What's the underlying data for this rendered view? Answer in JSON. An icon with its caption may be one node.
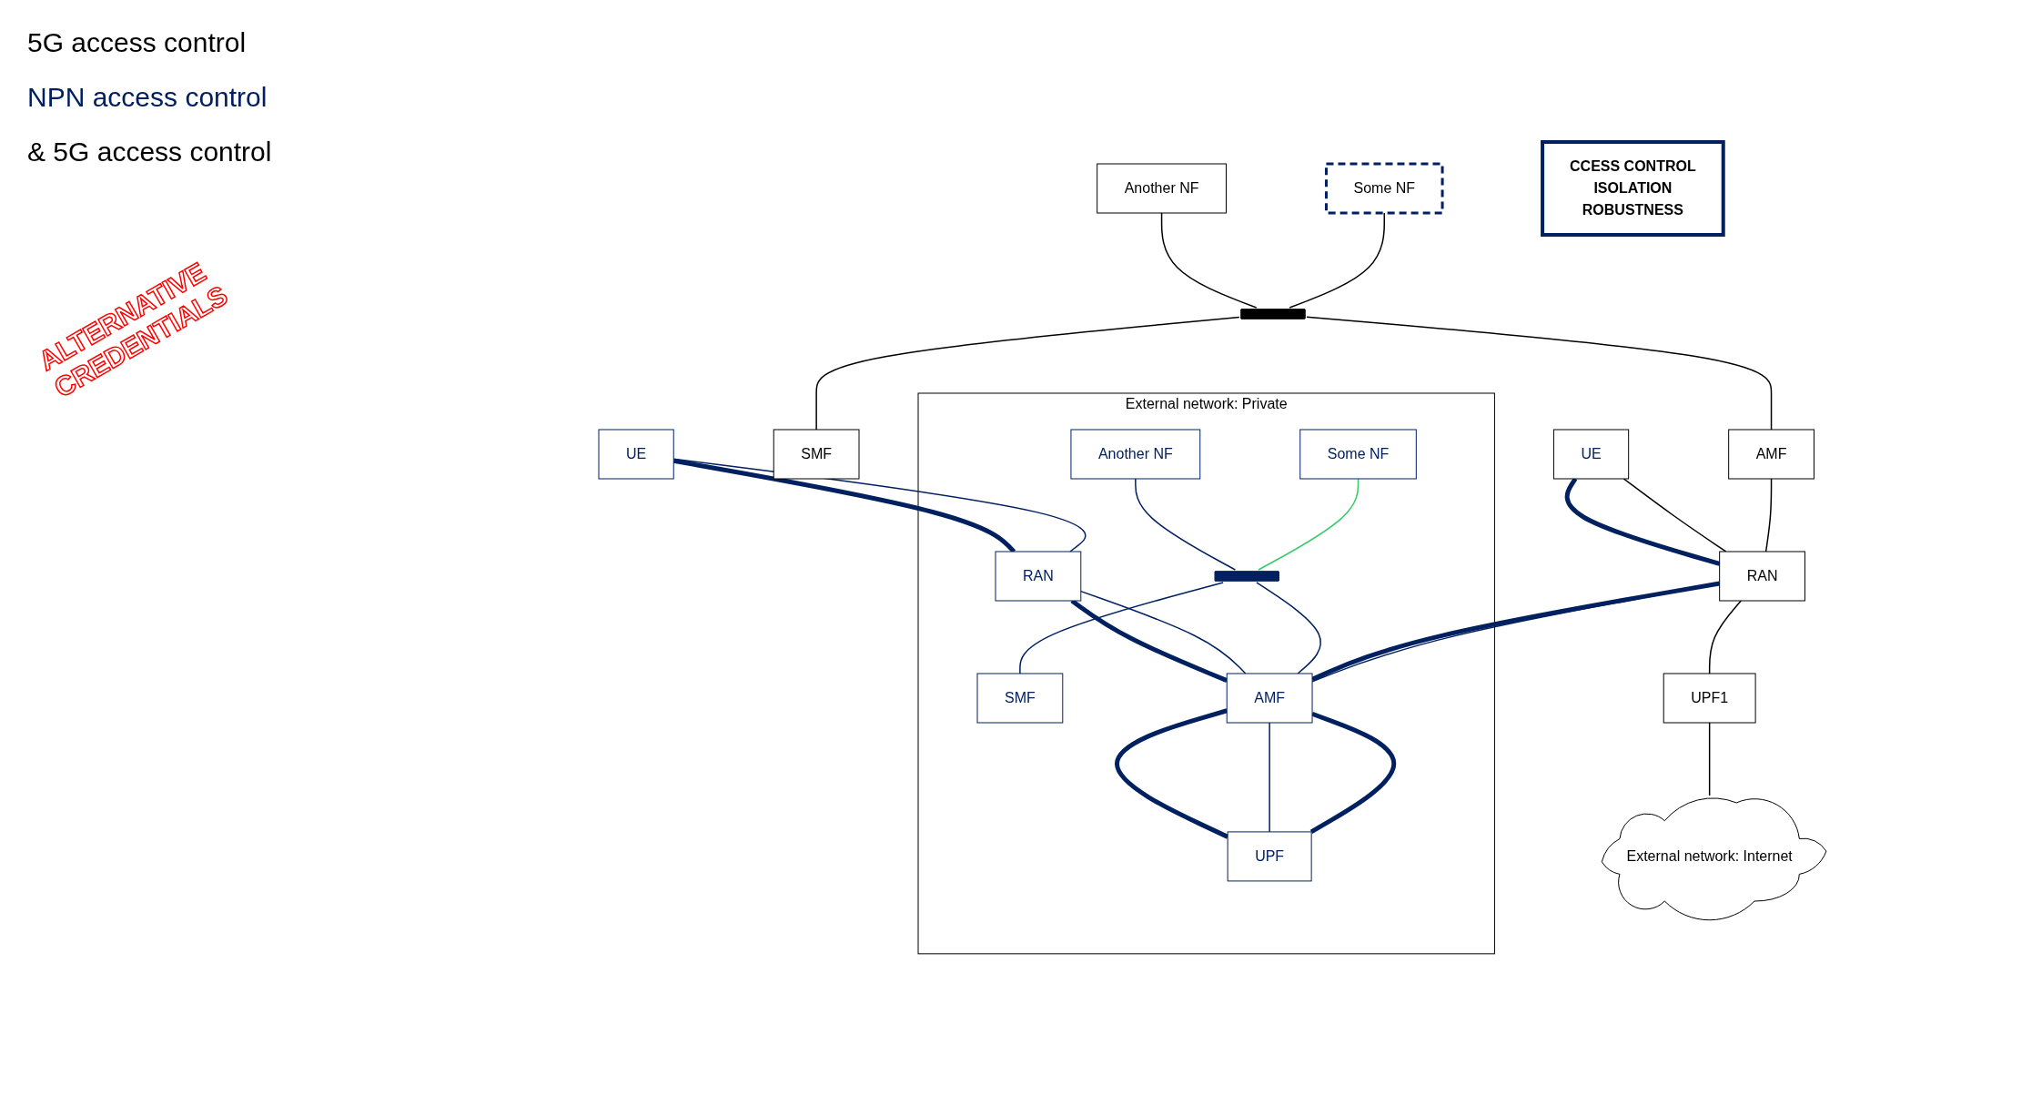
{
  "diagram": {
    "nodes": [
      {
        "text": [
          "Some NF"
        ]
      },
      {
        "text": [
          "Another NF"
        ]
      },
      {
        "text": [],
        "shape": "bar"
      },
      {
        "text": [
          "SMF"
        ]
      },
      {
        "text": [
          "AMF"
        ]
      },
      {
        "text": [
          "UPF1"
        ]
      },
      {
        "text": [
          "External network: Internet"
        ]
      },
      {
        "text": [
          "UE"
        ]
      },
      {
        "text": [
          "RAN"
        ]
      },
      {
        "text": [
          "External network: Private"
        ]
      },
      {
        "text": [
          "Some NF"
        ],
        "in": 9
      },
      {
        "text": [
          "Another NF"
        ],
        "in": 9
      },
      {
        "text": [],
        "shape": "bar",
        "in": 9
      },
      {
        "text": [
          "SMF"
        ],
        "in": 9
      },
      {
        "text": [
          "AMF"
        ],
        "in": 9
      },
      {
        "text": [
          "UPF"
        ],
        "in": 9
      },
      {
        "text": [
          "UE"
        ]
      },
      {
        "text": [
          "RAN"
        ],
        "in": 9
      },
      {
        "text": [
          "CCESS CONTROL",
          "ISOLATION",
          "ROBUSTNESS"
        ]
      }
    ],
    "edges": [
      {
        "from": 0,
        "to": 2,
        "arrow": "none",
        "color": "#000000"
      },
      {
        "from": 1,
        "to": 2,
        "arrow": "none",
        "color": "#000000"
      },
      {
        "from": 2,
        "to": 4,
        "arrow": "none",
        "color": "#000000"
      },
      {
        "from": 2,
        "to": 3,
        "arrow": "none",
        "color": "#000000"
      },
      {
        "from": 4,
        "to": 8,
        "arrow": "none",
        "color": "#000000"
      },
      {
        "from": 8,
        "to": 5,
        "arrow": "none",
        "color": "#000000"
      },
      {
        "from": 5,
        "to": 6,
        "arrow": "none",
        "color": "#000000"
      },
      {
        "from": 7,
        "to": 8,
        "arrow": "none",
        "color": "#000000"
      },
      {
        "from": 7,
        "to": 8,
        "arrow": "none",
        "style": "thick",
        "color": "#002060"
      },
      {
        "from": 8,
        "to": 14,
        "arrow": "none",
        "color": "#002060"
      },
      {
        "from": 8,
        "to": 14,
        "arrow": "none",
        "style": "thick",
        "color": "#002060"
      },
      {
        "from": 10,
        "to": 12,
        "arrow": "none",
        "color": "#33cc66"
      },
      {
        "from": 11,
        "to": 12,
        "arrow": "none",
        "color": "#002060"
      },
      {
        "from": 12,
        "to": 14,
        "arrow": "none",
        "color": "#002060"
      },
      {
        "from": 12,
        "to": 13,
        "arrow": "none",
        "color": "#002060"
      },
      {
        "from": 16,
        "to": 17,
        "arrow": "none",
        "color": "#002060"
      },
      {
        "from": 16,
        "to": 17,
        "arrow": "none",
        "style": "thick",
        "color": "#002060"
      },
      {
        "from": 17,
        "to": 14,
        "arrow": "none",
        "color": "#002060"
      },
      {
        "from": 17,
        "to": 14,
        "arrow": "none",
        "style": "thick",
        "color": "#002060"
      },
      {
        "from": 14,
        "to": 15,
        "arrow": "none",
        "style": "thick",
        "color": "#002060"
      },
      {
        "from": 14,
        "to": 15,
        "arrow": "none",
        "color": "#002060"
      },
      {
        "from": 14,
        "to": 15,
        "arrow": "none",
        "style": "thick",
        "color": "#002060"
      }
    ],
    "labels": [
      "5G access control",
      "NPN access control",
      "& 5G access control",
      "ALTERNATIVE CREDENTIALS"
    ]
  }
}
